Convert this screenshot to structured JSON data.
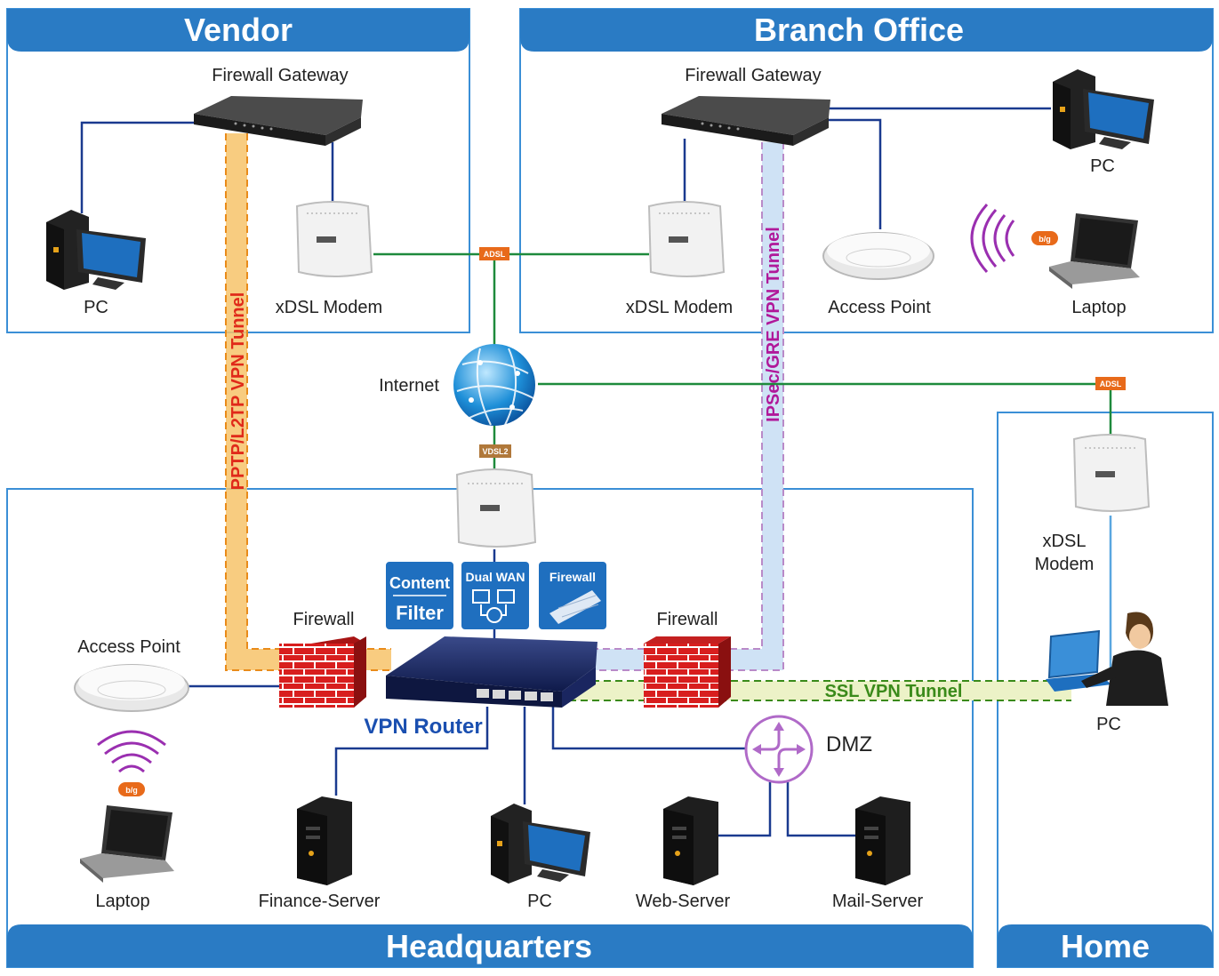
{
  "regions": {
    "vendor": "Vendor",
    "branch": "Branch Office",
    "headquarters": "Headquarters",
    "home": "Home"
  },
  "devices": {
    "vendor_firewall_gateway": "Firewall Gateway",
    "vendor_pc": "PC",
    "vendor_modem": "xDSL Modem",
    "branch_firewall_gateway": "Firewall Gateway",
    "branch_pc": "PC",
    "branch_modem": "xDSL Modem",
    "branch_ap": "Access Point",
    "branch_laptop": "Laptop",
    "internet": "Internet",
    "home_modem_line1": "xDSL",
    "home_modem_line2": "Modem",
    "home_pc": "PC",
    "hq_firewall_left": "Firewall",
    "hq_firewall_right": "Firewall",
    "hq_ap": "Access Point",
    "hq_laptop": "Laptop",
    "vpn_router": "VPN Router",
    "finance_server": "Finance-Server",
    "hq_pc": "PC",
    "web_server": "Web-Server",
    "mail_server": "Mail-Server",
    "dmz": "DMZ"
  },
  "tunnels": {
    "pptp": "PPTP/L2TP VPN Tunnel",
    "ipsec": "IPSec/GRE VPN Tunnel",
    "ssl": "SSL VPN Tunnel"
  },
  "badges": {
    "adsl_top": "ADSL",
    "adsl_home": "ADSL",
    "vdsl2": "VDSL2",
    "bg_branch": "b/g",
    "bg_hq": "b/g"
  },
  "features": {
    "content_line1": "Content",
    "content_line2": "Filter",
    "dualwan": "Dual WAN",
    "firewall": "Firewall"
  },
  "colors": {
    "region_blue": "#2a7bc4",
    "pptp_orange": "#f5a623",
    "ipsec_purple": "#b0189a",
    "ssl_green": "#3a8a1a",
    "link_green": "#1e8a3c",
    "link_blue": "#1a3a8f"
  }
}
